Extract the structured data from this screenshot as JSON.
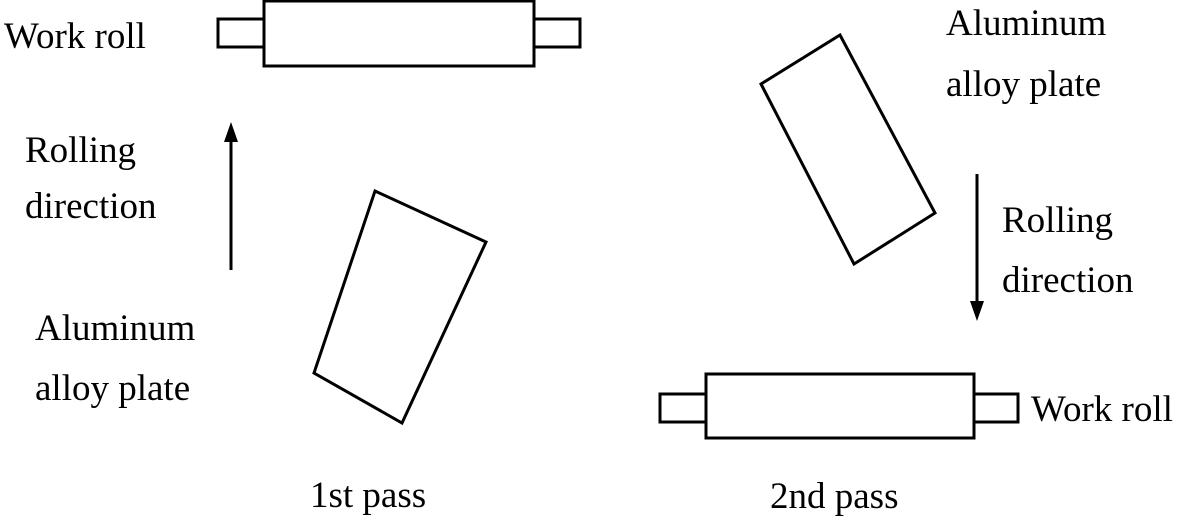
{
  "pass1": {
    "roll_label": "Work roll",
    "direction_label": [
      "Rolling",
      "direction"
    ],
    "plate_label": [
      "Aluminum",
      "alloy plate"
    ],
    "caption": "1st pass"
  },
  "pass2": {
    "roll_label": "Work roll",
    "direction_label": [
      "Rolling",
      "direction"
    ],
    "plate_label": [
      "Aluminum",
      "alloy plate"
    ],
    "caption": "2nd pass"
  }
}
